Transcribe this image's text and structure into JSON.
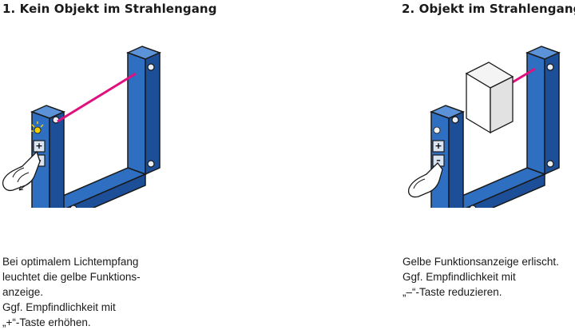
{
  "panels": [
    {
      "title": "1. Kein Objekt im Strahlengang",
      "description": [
        "Bei optimalem Lichtempfang",
        "leuchtet die gelbe Funktions-",
        "anzeige.",
        "Ggf. Empfindlichkeit mit",
        "„+“-Taste erhöhen."
      ],
      "buttons": [
        "+",
        "–"
      ],
      "beam_color": "#e0117f",
      "indicator_lit": true
    },
    {
      "title": "2. Objekt im Strahlengang",
      "description": [
        "Gelbe Funktionsanzeige erlischt.",
        "Ggf. Empfindlichkeit mit",
        "„–“-Taste reduzieren."
      ],
      "buttons": [
        "+",
        "–"
      ],
      "beam_color": "#e0117f",
      "indicator_lit": false
    }
  ],
  "colors": {
    "sensor_face": "#2f6fc2",
    "sensor_side": "#1d4f98",
    "sensor_top": "#5b92d8",
    "outline": "#1a1a1a",
    "indicator": "#f5d000"
  }
}
